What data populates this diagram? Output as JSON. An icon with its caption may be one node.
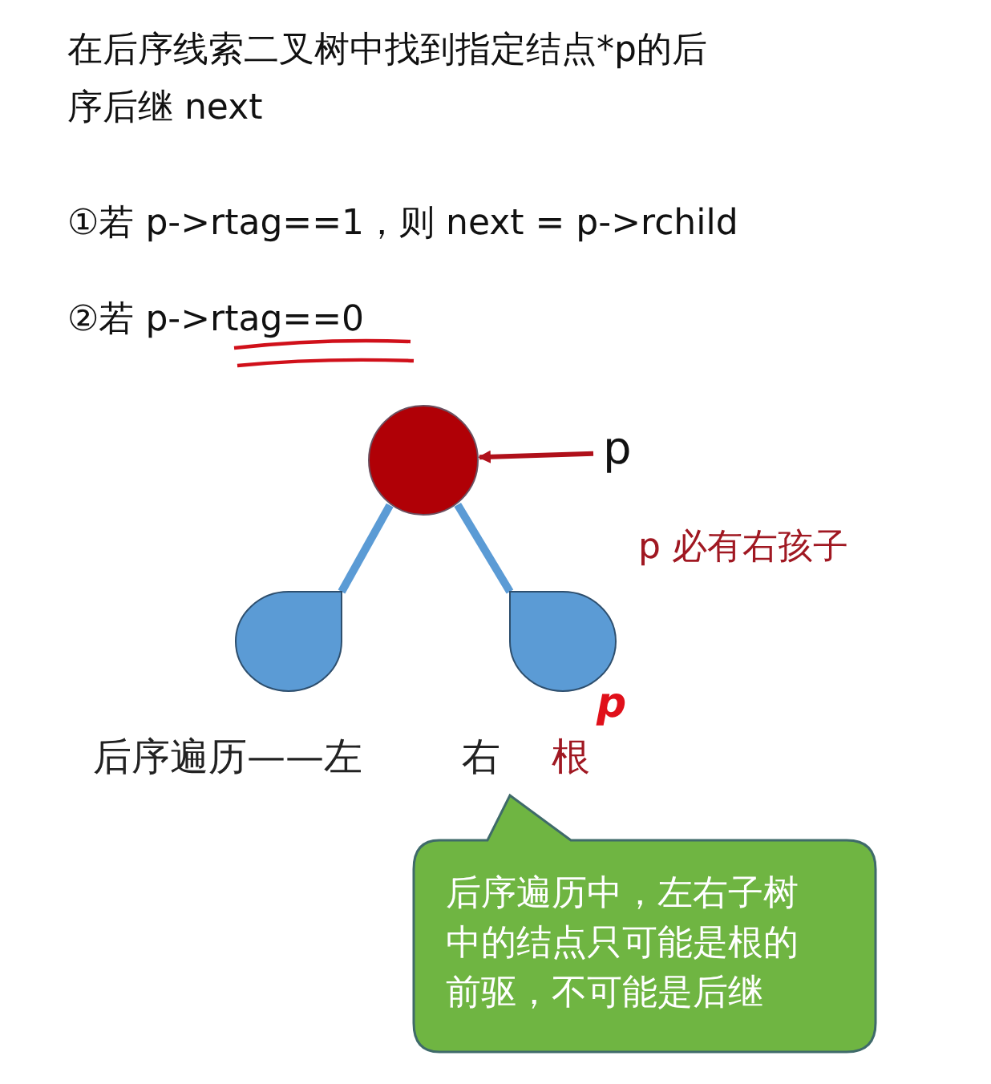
{
  "diagram": {
    "title": "在后序线索二叉树中找到指定结点*p的后序后继 next",
    "nodes": [
      {
        "text": [],
        "shape": "circle"
      },
      {
        "text": [],
        "shape": "drop"
      },
      {
        "text": [],
        "shape": "drop"
      },
      {
        "text": [
          "p"
        ]
      },
      {
        "text": [
          "后序遍历中，左右子树中的结点只可能是根的前驱，不可能是后继"
        ]
      }
    ],
    "edges": [
      {
        "from": 0,
        "to": 1,
        "arrow": "none"
      },
      {
        "from": 0,
        "to": 2,
        "arrow": "none"
      },
      {
        "from": 3,
        "to": 0,
        "arrow": "to",
        "color": "#b0101a"
      }
    ],
    "labels": [
      "①若 p->rtag==1，则 next = p->rchild",
      "②若 p->rtag==0",
      "p 必有右孩子",
      "p",
      "后序遍历——左",
      "右",
      "根"
    ]
  }
}
